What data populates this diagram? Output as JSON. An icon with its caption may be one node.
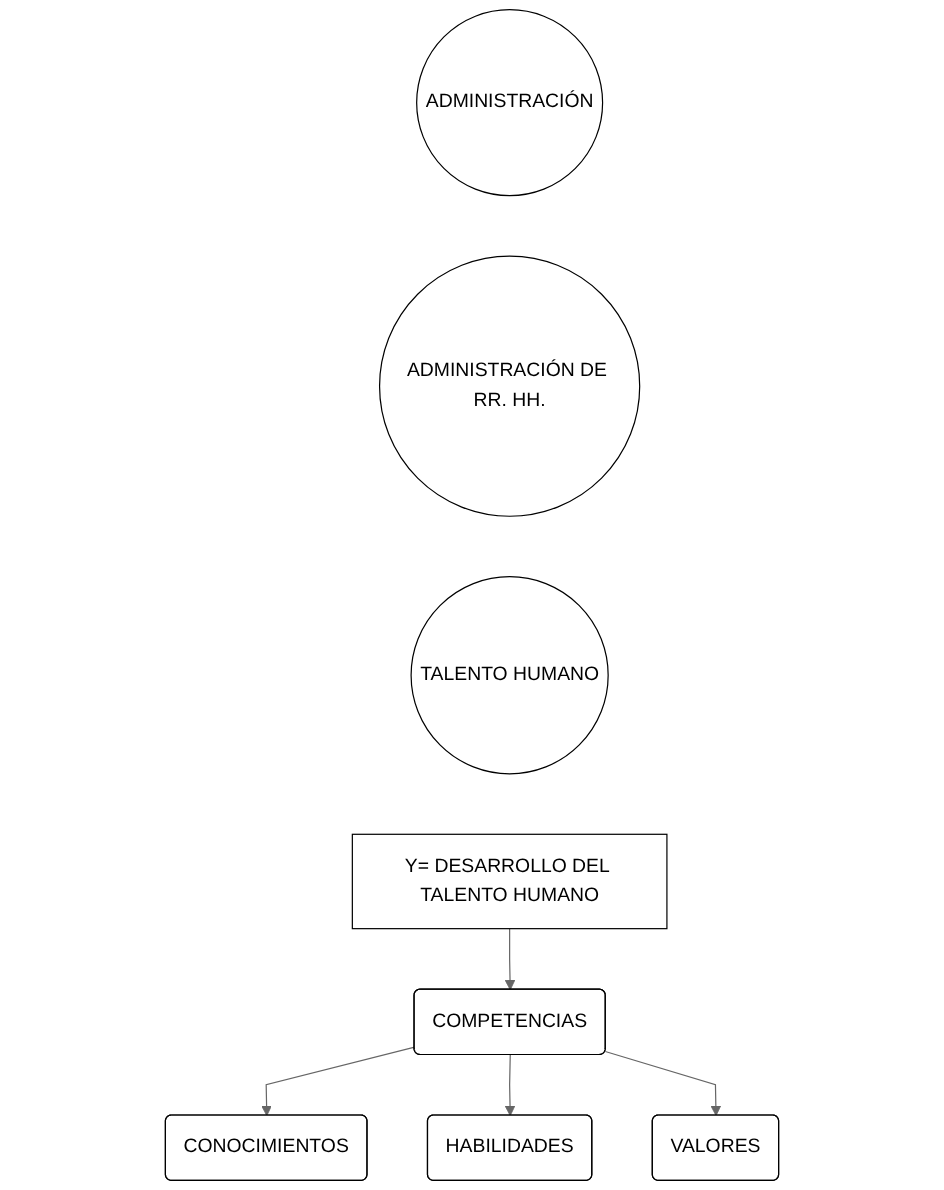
{
  "diagram": {
    "nodes": [
      {
        "text": [
          "ADMINISTRACIÓN"
        ]
      },
      {
        "text": [
          "ADMINISTRACIÓN DE RR. HH."
        ]
      },
      {
        "text": [
          "TALENTO HUMANO"
        ]
      },
      {
        "text": [
          "Y= DESARROLLO DEL TALENTO HUMANO"
        ]
      },
      {
        "text": [
          "COMPETENCIAS"
        ]
      },
      {
        "text": [
          "CONOCIMIENTOS"
        ]
      },
      {
        "text": [
          "HABILIDADES"
        ]
      },
      {
        "text": [
          "VALORES"
        ]
      }
    ],
    "edges": [
      {
        "from": 3,
        "to": 4,
        "arrow": "to"
      },
      {
        "from": 4,
        "to": 5,
        "arrow": "to"
      },
      {
        "from": 4,
        "to": 6,
        "arrow": "to"
      },
      {
        "from": 4,
        "to": 7,
        "arrow": "to"
      }
    ]
  }
}
